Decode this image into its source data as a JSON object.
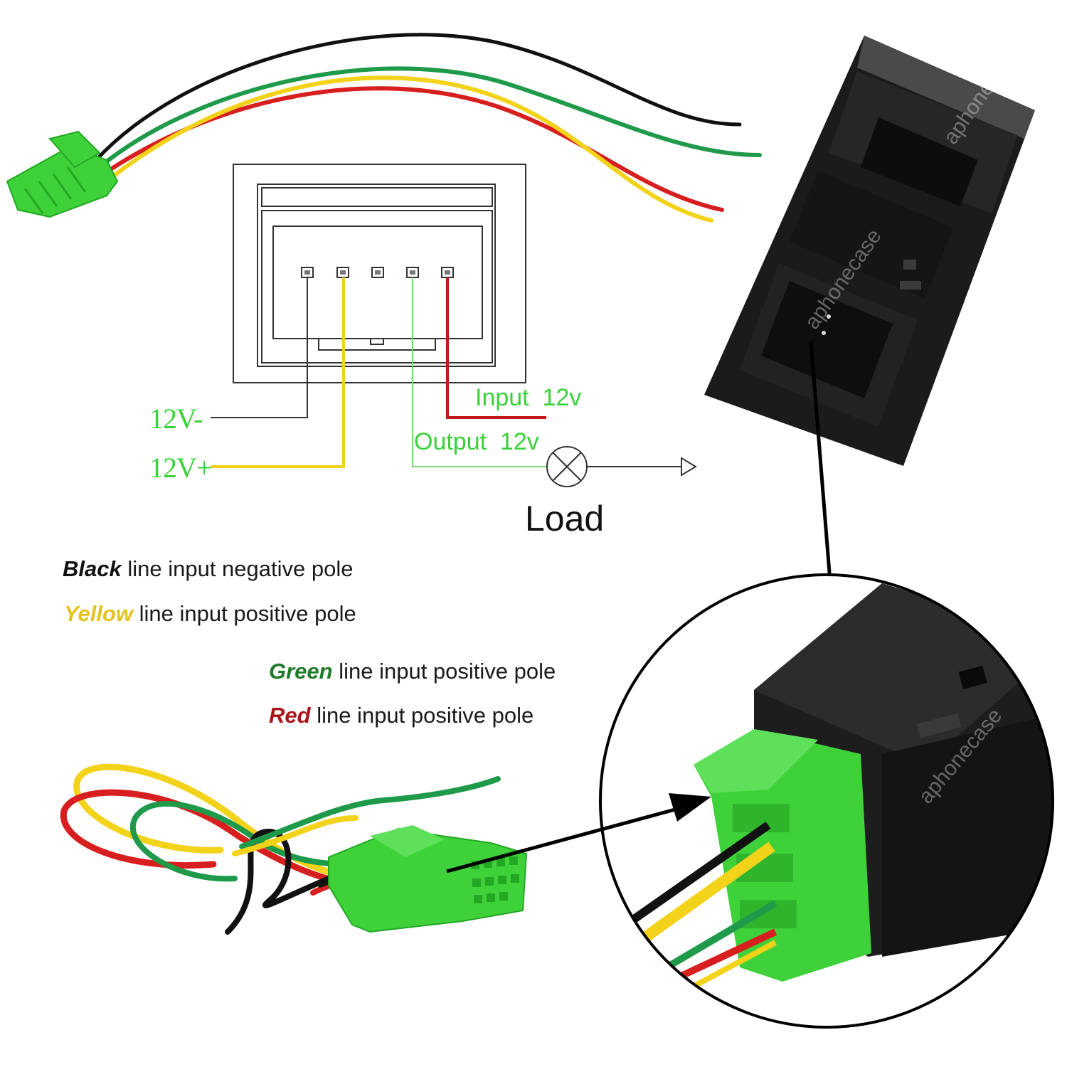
{
  "diagram": {
    "pins": {
      "negative": "12V-",
      "positive": "12V+"
    },
    "terminals": {
      "input": "Input  12v",
      "output": "Output  12v"
    },
    "load": "Load"
  },
  "legend": [
    {
      "color_word": "Black",
      "rest": " line input negative pole",
      "color": "#111111"
    },
    {
      "color_word": "Yellow",
      "rest": " line input positive pole",
      "color": "#e6c21c"
    },
    {
      "color_word": "Green",
      "rest": " line input positive pole",
      "color": "#1f7a2a"
    },
    {
      "color_word": "Red",
      "rest": " line input positive pole",
      "color": "#a8161b"
    }
  ],
  "watermark": "aphonecase",
  "colors": {
    "wire_black": "#111111",
    "wire_yellow": "#f3d21a",
    "wire_green": "#1f9a4a",
    "wire_red": "#d81f1f",
    "connector_green": "#3fd13a",
    "switch_body": "#1b1b1b",
    "label_green": "#3ad23a"
  }
}
